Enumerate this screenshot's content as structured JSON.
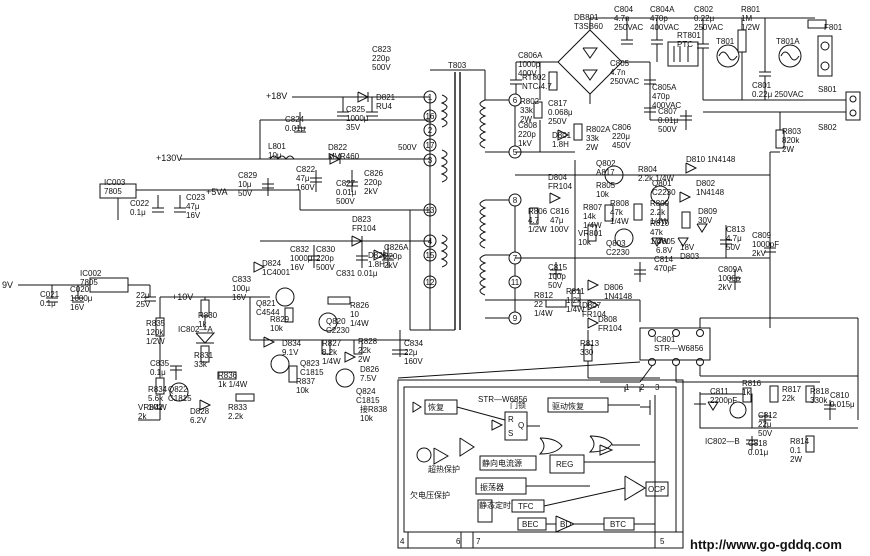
{
  "rails": [
    "+18V",
    "+130V",
    "+5VA",
    "+10V",
    "9V"
  ],
  "pins": [
    "1",
    "16",
    "2",
    "17",
    "3",
    "13",
    "4",
    "15",
    "5",
    "12",
    "6",
    "7",
    "8",
    "9",
    "11"
  ],
  "parts": [
    {
      "id": "c823",
      "lines": [
        "C823",
        "220p",
        "500V"
      ]
    },
    {
      "id": "t803",
      "lines": [
        "T803"
      ]
    },
    {
      "id": "db801",
      "lines": [
        "DB801",
        "T3SB60"
      ]
    },
    {
      "id": "c804",
      "lines": [
        "C804",
        "4.7n",
        "250VAC"
      ]
    },
    {
      "id": "c804a",
      "lines": [
        "C804A",
        "470p",
        "400VAC"
      ]
    },
    {
      "id": "c802",
      "lines": [
        "C802",
        "0.22μ",
        "250VAC"
      ]
    },
    {
      "id": "r801",
      "lines": [
        "R801",
        "1M",
        "1/2W"
      ]
    },
    {
      "id": "f801",
      "lines": [
        "F801"
      ]
    },
    {
      "id": "c806a",
      "lines": [
        "C806A",
        "1000p",
        "400V"
      ]
    },
    {
      "id": "rt802",
      "lines": [
        "RT802",
        "NTC/4.7"
      ]
    },
    {
      "id": "rt801",
      "lines": [
        "RT801",
        "PTC"
      ]
    },
    {
      "id": "c805",
      "lines": [
        "C805",
        "4.7n",
        "250VAC"
      ]
    },
    {
      "id": "t801",
      "lines": [
        "T801"
      ]
    },
    {
      "id": "t801a",
      "lines": [
        "T801A"
      ]
    },
    {
      "id": "c801",
      "lines": [
        "C801",
        "0.22μ 250VAC"
      ]
    },
    {
      "id": "s801",
      "lines": [
        "S801"
      ]
    },
    {
      "id": "s802",
      "lines": [
        "S802"
      ]
    },
    {
      "id": "c805a",
      "lines": [
        "C805A",
        "470p",
        "400VAC"
      ]
    },
    {
      "id": "c807",
      "lines": [
        "C807",
        "0.01μ",
        "500V"
      ]
    },
    {
      "id": "c806",
      "lines": [
        "C806",
        "220μ",
        "450V"
      ]
    },
    {
      "id": "r803",
      "lines": [
        "R803",
        "820k",
        "2W"
      ]
    },
    {
      "id": "r802",
      "lines": [
        "R802",
        "33k",
        "2W"
      ]
    },
    {
      "id": "c817",
      "lines": [
        "C817",
        "0.068μ",
        "250V"
      ]
    },
    {
      "id": "c808",
      "lines": [
        "C808",
        "220p",
        "1kV"
      ]
    },
    {
      "id": "d801",
      "lines": [
        "D801",
        "1.8H"
      ]
    },
    {
      "id": "r802a",
      "lines": [
        "R802A",
        "33k",
        "2W"
      ]
    },
    {
      "id": "c824",
      "lines": [
        "C824",
        "0.01μ"
      ]
    },
    {
      "id": "d821",
      "lines": [
        "D821",
        "RU4"
      ]
    },
    {
      "id": "c825",
      "lines": [
        "C825",
        "1000μ",
        "35V"
      ]
    },
    {
      "id": "l801",
      "lines": [
        "L801",
        "10μ"
      ]
    },
    {
      "id": "d822",
      "lines": [
        "D822",
        "MVR460"
      ]
    },
    {
      "id": "v500",
      "lines": [
        "500V"
      ]
    },
    {
      "id": "c822",
      "lines": [
        "C822",
        "47μ",
        "160V"
      ]
    },
    {
      "id": "c826",
      "lines": [
        "C826",
        "220p",
        "2kV"
      ]
    },
    {
      "id": "c827",
      "lines": [
        "C827",
        "0.01μ",
        "500V"
      ]
    },
    {
      "id": "ic003",
      "lines": [
        "IC003",
        "7805"
      ]
    },
    {
      "id": "c829",
      "lines": [
        "C829",
        "10μ",
        "50V"
      ]
    },
    {
      "id": "c022",
      "lines": [
        "C022",
        "0.1μ"
      ]
    },
    {
      "id": "c023",
      "lines": [
        "C023",
        "47μ",
        "16V"
      ]
    },
    {
      "id": "d823",
      "lines": [
        "D823",
        "FR104"
      ]
    },
    {
      "id": "c832",
      "lines": [
        "C832",
        "1000μ",
        "16V"
      ]
    },
    {
      "id": "c830",
      "lines": [
        "C830",
        "220p",
        "500V"
      ]
    },
    {
      "id": "d825",
      "lines": [
        "D825",
        "1.8H"
      ]
    },
    {
      "id": "c826a",
      "lines": [
        "C826A",
        "220p",
        "2kV"
      ]
    },
    {
      "id": "c831",
      "lines": [
        "C831 0.01μ"
      ]
    },
    {
      "id": "d824",
      "lines": [
        "D824",
        "1C4001"
      ]
    },
    {
      "id": "c833",
      "lines": [
        "C833",
        "100μ",
        "16V"
      ]
    },
    {
      "id": "ic002",
      "lines": [
        "IC002",
        "7805"
      ]
    },
    {
      "id": "c021",
      "lines": [
        "C021",
        "0.1μ"
      ]
    },
    {
      "id": "c020",
      "lines": [
        "C020",
        "1000μ",
        "16V"
      ]
    },
    {
      "id": "c022b",
      "lines": [
        "22μ",
        "25V"
      ]
    },
    {
      "id": "r830",
      "lines": [
        "R830",
        "1k"
      ]
    },
    {
      "id": "ic802a",
      "lines": [
        "IC802—A"
      ]
    },
    {
      "id": "r835",
      "lines": [
        "R835",
        "120k",
        "1/2W"
      ]
    },
    {
      "id": "q821",
      "lines": [
        "Q821",
        "C4544"
      ]
    },
    {
      "id": "r829",
      "lines": [
        "R829",
        "10k"
      ]
    },
    {
      "id": "r826",
      "lines": [
        "R826",
        "10",
        "1/4W"
      ]
    },
    {
      "id": "q820",
      "lines": [
        "Q820",
        "C2230"
      ]
    },
    {
      "id": "d834",
      "lines": [
        "D834",
        "9.1V"
      ]
    },
    {
      "id": "q823",
      "lines": [
        "Q823",
        "C1815"
      ]
    },
    {
      "id": "r827",
      "lines": [
        "R827",
        "8.2k",
        "1/4W"
      ]
    },
    {
      "id": "r828",
      "lines": [
        "R828",
        "22k",
        "2W"
      ]
    },
    {
      "id": "d826",
      "lines": [
        "D826",
        "7.5V"
      ]
    },
    {
      "id": "c834",
      "lines": [
        "C834",
        "22μ",
        "160V"
      ]
    },
    {
      "id": "c835",
      "lines": [
        "C835",
        "0.1μ"
      ]
    },
    {
      "id": "r831",
      "lines": [
        "R831",
        "33k"
      ]
    },
    {
      "id": "r836",
      "lines": [
        "R836",
        "1k 1/4W"
      ]
    },
    {
      "id": "r834",
      "lines": [
        "R834",
        "5.6k",
        "1/4W"
      ]
    },
    {
      "id": "q822",
      "lines": [
        "Q822",
        "C1815"
      ]
    },
    {
      "id": "vr802",
      "lines": [
        "VR802",
        "2k"
      ]
    },
    {
      "id": "d828",
      "lines": [
        "D828",
        "6.2V"
      ]
    },
    {
      "id": "r833",
      "lines": [
        "R833",
        "2.2k"
      ]
    },
    {
      "id": "r837",
      "lines": [
        "R837",
        "10k"
      ]
    },
    {
      "id": "q824",
      "lines": [
        "Q824",
        "C1815"
      ]
    },
    {
      "id": "r838",
      "lines": [
        "接R838",
        "10k"
      ]
    },
    {
      "id": "q802",
      "lines": [
        "Q802",
        "A817"
      ]
    },
    {
      "id": "r804",
      "lines": [
        "R804",
        "2.2k 1/4W"
      ]
    },
    {
      "id": "d810",
      "lines": [
        "D810 1N4148"
      ]
    },
    {
      "id": "d804",
      "lines": [
        "D804",
        "FR104"
      ]
    },
    {
      "id": "r805",
      "lines": [
        "R805",
        "10k"
      ]
    },
    {
      "id": "q801",
      "lines": [
        "Q801",
        "C2230"
      ]
    },
    {
      "id": "d802",
      "lines": [
        "D802",
        "1N4148"
      ]
    },
    {
      "id": "r806",
      "lines": [
        "R806",
        "4.7",
        "1/2W"
      ]
    },
    {
      "id": "c816",
      "lines": [
        "C816",
        "47μ",
        "100V"
      ]
    },
    {
      "id": "r807",
      "lines": [
        "R807",
        "14k",
        "1/4W"
      ]
    },
    {
      "id": "r808",
      "lines": [
        "R808",
        "47k",
        "1/4W"
      ]
    },
    {
      "id": "r809",
      "lines": [
        "R809",
        "2.2k",
        "1/4W"
      ]
    },
    {
      "id": "r810",
      "lines": [
        "R810",
        "47k",
        "1/4W"
      ]
    },
    {
      "id": "d809",
      "lines": [
        "D809",
        "30V"
      ]
    },
    {
      "id": "c813",
      "lines": [
        "C813",
        "4.7μ",
        "50V"
      ]
    },
    {
      "id": "c809",
      "lines": [
        "C809",
        "1000pF",
        "2kV"
      ]
    },
    {
      "id": "vr801",
      "lines": [
        "VR801",
        "10k"
      ]
    },
    {
      "id": "q803",
      "lines": [
        "Q803",
        "C2230"
      ]
    },
    {
      "id": "d805",
      "lines": [
        "D805",
        "6.8V"
      ]
    },
    {
      "id": "d803",
      "lines": [
        "18V",
        "D803"
      ]
    },
    {
      "id": "c815",
      "lines": [
        "C815",
        "100p",
        "50V"
      ]
    },
    {
      "id": "c814",
      "lines": [
        "C814",
        "470pF"
      ]
    },
    {
      "id": "c809a",
      "lines": [
        "C809A",
        "1000p",
        "2kV"
      ]
    },
    {
      "id": "r811",
      "lines": [
        "R811",
        "1.2k",
        "1/4W"
      ]
    },
    {
      "id": "d806",
      "lines": [
        "D806",
        "1N4148"
      ]
    },
    {
      "id": "r812",
      "lines": [
        "R812",
        "22",
        "1/4W"
      ]
    },
    {
      "id": "d807",
      "lines": [
        "D807",
        "FR104"
      ]
    },
    {
      "id": "d808",
      "lines": [
        "D808",
        "FR104"
      ]
    },
    {
      "id": "r813",
      "lines": [
        "R813",
        "330"
      ]
    },
    {
      "id": "ic801",
      "lines": [
        "IC801",
        "STR—W6856"
      ]
    },
    {
      "id": "c811",
      "lines": [
        "C811",
        "2200pF"
      ]
    },
    {
      "id": "r816",
      "lines": [
        "R816",
        "1k"
      ]
    },
    {
      "id": "r817",
      "lines": [
        "R817",
        "22k"
      ]
    },
    {
      "id": "r818",
      "lines": [
        "R818",
        "330k"
      ]
    },
    {
      "id": "c810",
      "lines": [
        "C810",
        "0.015μ"
      ]
    },
    {
      "id": "c812",
      "lines": [
        "C812",
        "22μ",
        "50V"
      ]
    },
    {
      "id": "ic802b",
      "lines": [
        "IC802—B"
      ]
    },
    {
      "id": "c818",
      "lines": [
        "C818",
        "0.01μ"
      ]
    },
    {
      "id": "r814",
      "lines": [
        "R814",
        "0.1",
        "2W"
      ]
    }
  ],
  "block": {
    "title": "STR—W6856",
    "labels": [
      {
        "id": "hf",
        "text": "恢复"
      },
      {
        "id": "dl",
        "text": "门锁"
      },
      {
        "id": "qdhf",
        "text": "驱动恢复"
      },
      {
        "id": "r",
        "text": "R"
      },
      {
        "id": "s",
        "text": "S"
      },
      {
        "id": "q",
        "text": "Q"
      },
      {
        "id": "grbh",
        "text": "超热保护"
      },
      {
        "id": "jxdly",
        "text": "静向电流源"
      },
      {
        "id": "reg",
        "text": "REG"
      },
      {
        "id": "zdq",
        "text": "振荡器"
      },
      {
        "id": "qybh",
        "text": "欠电压保护"
      },
      {
        "id": "jd",
        "text": "静态定时"
      },
      {
        "id": "tfc",
        "text": "TFC"
      },
      {
        "id": "bec",
        "text": "BEC"
      },
      {
        "id": "bd",
        "text": "BD"
      },
      {
        "id": "btc",
        "text": "BTC"
      },
      {
        "id": "ocp",
        "text": "OCP"
      }
    ],
    "pins": [
      "1",
      "2",
      "3",
      "4",
      "6",
      "7",
      "5"
    ]
  },
  "watermark": "http://www.go-gddq.com"
}
